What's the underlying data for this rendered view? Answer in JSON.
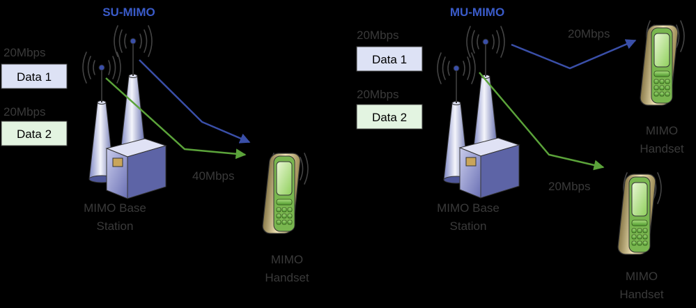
{
  "colors": {
    "background": "#000000",
    "title": "#3a5bc9",
    "label": "#3a3a3a",
    "data1_box": "#dde2f5",
    "data2_box": "#e3f4e1",
    "blue_stream": "#3a4fa8",
    "green_stream": "#5ba33a"
  },
  "su_mimo": {
    "title": "SU-MIMO",
    "data1_rate": "20Mbps",
    "data1_label": "Data 1",
    "data2_rate": "20Mbps",
    "data2_label": "Data 2",
    "combined_rate": "40Mbps",
    "base_station_line1": "MIMO Base",
    "base_station_line2": "Station",
    "handset_line1": "MIMO",
    "handset_line2": "Handset"
  },
  "mu_mimo": {
    "title": "MU-MIMO",
    "data1_rate": "20Mbps",
    "data1_label": "Data 1",
    "data2_rate": "20Mbps",
    "data2_label": "Data 2",
    "handset1_rate": "20Mbps",
    "handset2_rate": "20Mbps",
    "base_station_line1": "MIMO Base",
    "base_station_line2": "Station",
    "handset1_line1": "MIMO",
    "handset1_line2": "Handset",
    "handset2_line1": "MIMO",
    "handset2_line2": "Handset"
  },
  "icons": [
    "antenna-tower-icon",
    "base-station-box-icon",
    "mobile-handset-icon",
    "radio-waves-icon"
  ]
}
